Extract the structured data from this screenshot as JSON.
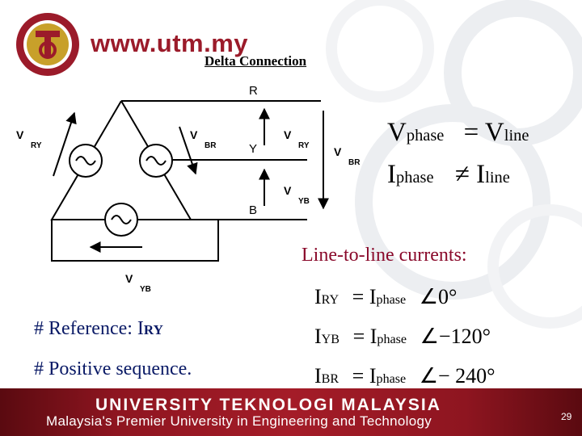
{
  "header": {
    "site_url": "www.utm.my",
    "title": "Delta Connection"
  },
  "diagram": {
    "node_r": "R",
    "node_y": "Y",
    "node_b": "B",
    "v": "V",
    "sub_ry": "RY",
    "sub_br": "BR",
    "sub_yb": "YB"
  },
  "relations": {
    "voltage": {
      "lhs": "V",
      "lhs_sub": "phase",
      "op": "=",
      "rhs": "V",
      "rhs_sub": "line"
    },
    "current": {
      "lhs": "I",
      "lhs_sub": "phase",
      "op": "≠",
      "rhs": "I",
      "rhs_sub": "line"
    }
  },
  "line_currents": {
    "heading": "Line-to-line currents:",
    "rows": [
      {
        "sym": "I",
        "sub": "RY",
        "op": "=",
        "rhs": "I",
        "rhs_sub": "phase",
        "angle": "0°"
      },
      {
        "sym": "I",
        "sub": "YB",
        "op": "=",
        "rhs": "I",
        "rhs_sub": "phase",
        "angle": "−120°"
      },
      {
        "sym": "I",
        "sub": "BR",
        "op": "=",
        "rhs": "I",
        "rhs_sub": "phase",
        "angle": "− 240°"
      }
    ]
  },
  "notes": {
    "reference_text": "# Reference: I",
    "reference_sub": "RY",
    "sequence": "# Positive sequence."
  },
  "footer": {
    "title": "UNIVERSITY TEKNOLOGI MALAYSIA",
    "tagline": "Malaysia's Premier University in Engineering and Technology",
    "page_number": "29"
  },
  "colors": {
    "brand": "#9b1b2a",
    "footer_bg": "#8e1520",
    "heading": "#8a0a2b",
    "note_text": "#0a1a66"
  }
}
